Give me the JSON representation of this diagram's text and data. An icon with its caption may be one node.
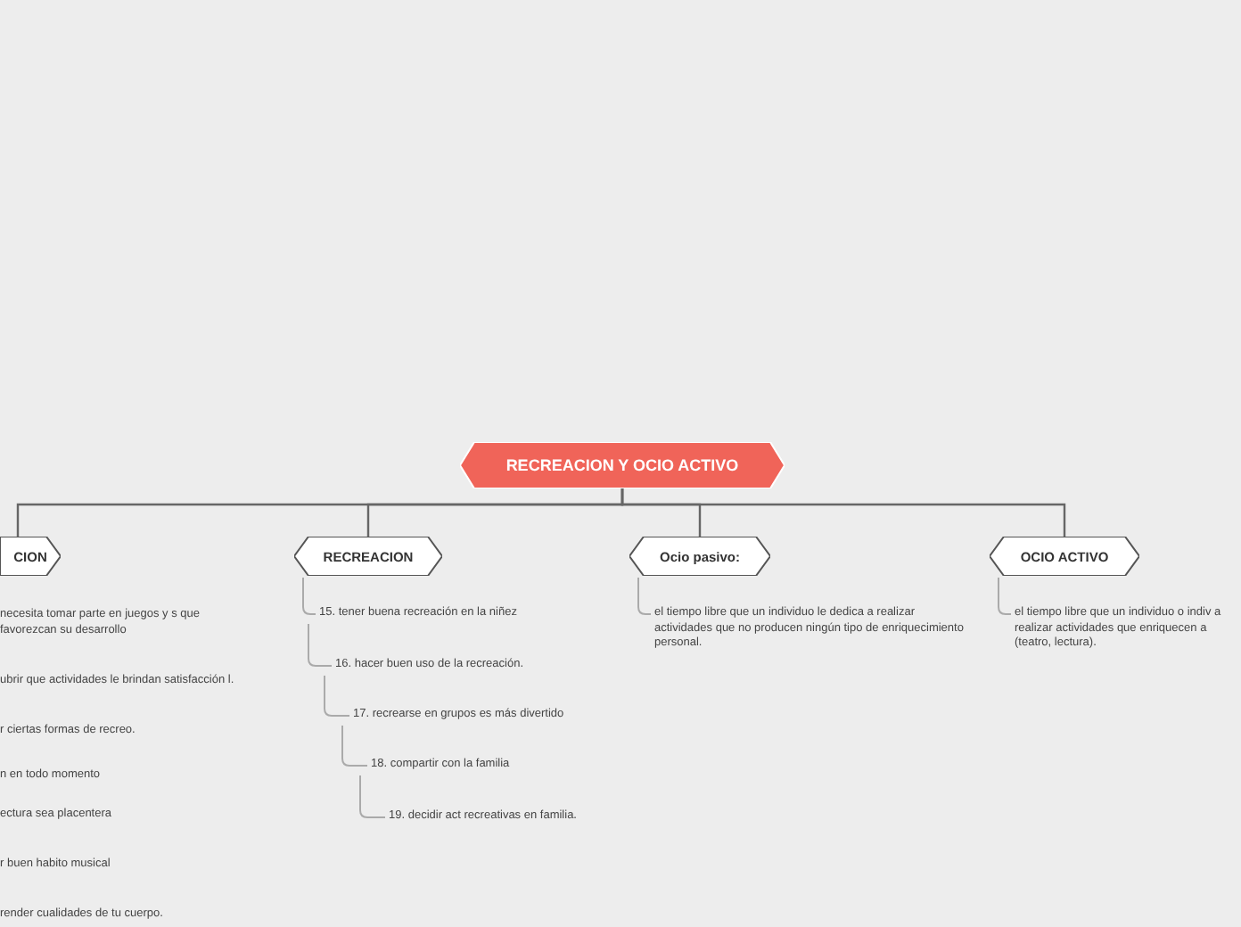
{
  "diagram": {
    "nodes": [
      {
        "text": [
          "RECREACION Y OCIO ACTIVO"
        ]
      },
      {
        "text": [
          "CION"
        ]
      },
      {
        "text": [
          "RECREACION"
        ]
      },
      {
        "text": [
          "Ocio pasivo:"
        ]
      },
      {
        "text": [
          "OCIO ACTIVO"
        ]
      },
      {
        "text": [
          "necesita tomar parte en juegos y s que favorezcan su desarrollo"
        ]
      },
      {
        "text": [
          "ubrir que actividades le brindan satisfacción l."
        ]
      },
      {
        "text": [
          "r ciertas formas de recreo."
        ]
      },
      {
        "text": [
          "n en todo momento"
        ]
      },
      {
        "text": [
          "ectura sea placentera"
        ]
      },
      {
        "text": [
          "r buen habito musical"
        ]
      },
      {
        "text": [
          "render cualidades de tu cuerpo."
        ]
      },
      {
        "text": [
          "15. tener buena recreación en la niñez"
        ]
      },
      {
        "text": [
          "16. hacer buen uso de la recreación."
        ]
      },
      {
        "text": [
          "17. recrearse en grupos es más divertido"
        ]
      },
      {
        "text": [
          "18. compartir con la familia"
        ]
      },
      {
        "text": [
          "19. decidir act recreativas en familia."
        ]
      },
      {
        "text": [
          "el tiempo libre que un individuo le dedica a realizar actividades que no producen ningún tipo de enriquecimiento personal."
        ]
      },
      {
        "text": [
          "el tiempo libre que un individuo o indiv a realizar actividades que enriquecen a (teatro, lectura)."
        ]
      }
    ],
    "edges": [
      {
        "from": 0,
        "to": 1,
        "arrow": "none"
      },
      {
        "from": 0,
        "to": 2,
        "arrow": "none"
      },
      {
        "from": 0,
        "to": 3,
        "arrow": "none"
      },
      {
        "from": 0,
        "to": 4,
        "arrow": "none"
      },
      {
        "from": 2,
        "to": 12,
        "arrow": "none"
      },
      {
        "from": 12,
        "to": 13,
        "arrow": "none"
      },
      {
        "from": 13,
        "to": 14,
        "arrow": "none"
      },
      {
        "from": 14,
        "to": 15,
        "arrow": "none"
      },
      {
        "from": 15,
        "to": 16,
        "arrow": "none"
      },
      {
        "from": 3,
        "to": 17,
        "arrow": "none"
      },
      {
        "from": 4,
        "to": 18,
        "arrow": "none"
      }
    ]
  }
}
